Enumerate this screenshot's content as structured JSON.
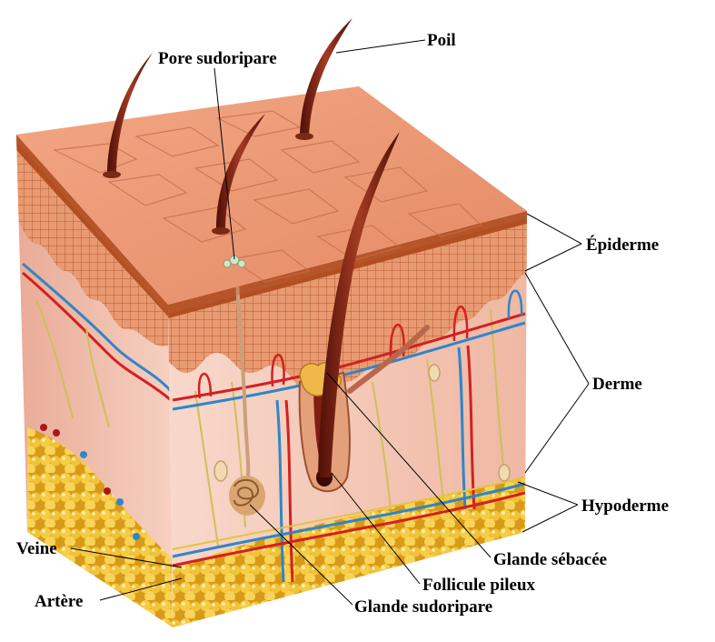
{
  "labels": {
    "poil": "Poil",
    "pore": "Pore sudoripare",
    "epiderme": "Épiderme",
    "derme": "Derme",
    "hypoderme": "Hypoderme",
    "glande_sebacee": "Glande sébacée",
    "follicule": "Follicule pileux",
    "glande_sudoripare": "Glande sudoripare",
    "veine": "Veine",
    "artere": "Artère"
  },
  "colors": {
    "epidermis_top": "#eb9a78",
    "epidermis_dark": "#b24f22",
    "dermis": "#f3c2b0",
    "hypodermis_fat": "#f0c23a",
    "artery": "#d42020",
    "vein": "#2f86c8",
    "nerve": "#cfbf5a",
    "hair": "#7e1f12"
  }
}
